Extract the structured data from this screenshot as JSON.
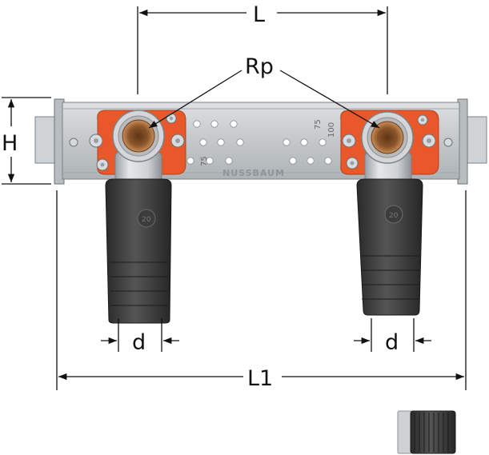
{
  "labels": {
    "length_top": "L",
    "length_overall": "L1",
    "height": "H",
    "thread": "Rp",
    "diameter_left": "d",
    "diameter_right": "d"
  },
  "plate_markings": {
    "left_scale": "75",
    "right_scale_top": "75",
    "right_scale_bottom": "100",
    "brand": "NUSSBAUM"
  },
  "nozzle_markings": {
    "left_size": "20",
    "right_size": "20"
  },
  "colors": {
    "line": "#111111",
    "plate": "#c9cdd0",
    "flange": "#e8582a",
    "brass": "#a9683a",
    "sleeve": "#3a3a3a"
  }
}
